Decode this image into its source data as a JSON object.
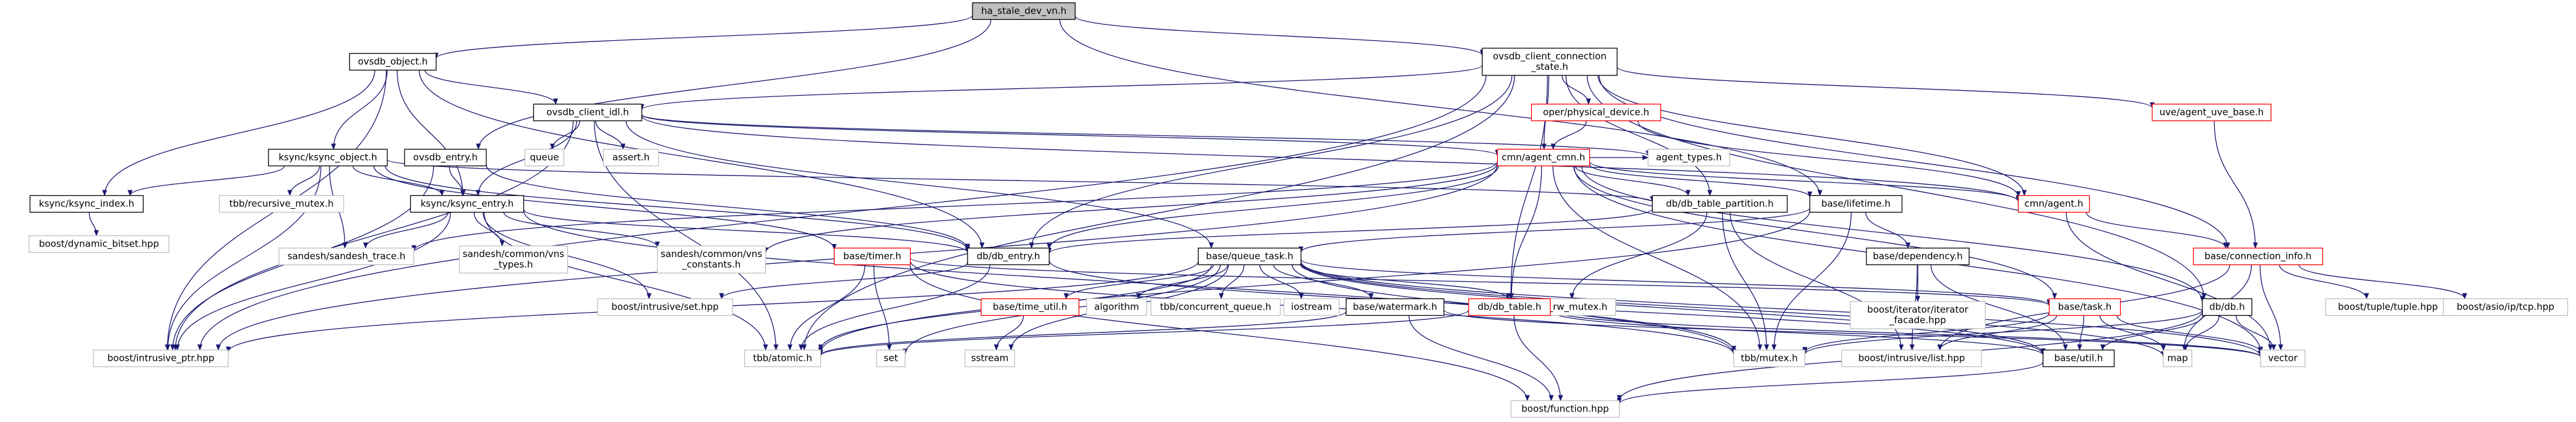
{
  "nodes": [
    {
      "id": "root",
      "lines": [
        "ha_stale_dev_vn.h"
      ],
      "style": "root"
    },
    {
      "id": "ovsdb_object",
      "lines": [
        "ovsdb_object.h"
      ],
      "style": "doc"
    },
    {
      "id": "ovsdb_ccs",
      "lines": [
        "ovsdb_client_connection",
        "_state.h"
      ],
      "style": "doc"
    },
    {
      "id": "ovsdb_client_idl",
      "lines": [
        "ovsdb_client_idl.h"
      ],
      "style": "doc"
    },
    {
      "id": "ksync_object",
      "lines": [
        "ksync/ksync_object.h"
      ],
      "style": "doc"
    },
    {
      "id": "ovsdb_entry",
      "lines": [
        "ovsdb_entry.h"
      ],
      "style": "doc"
    },
    {
      "id": "queue",
      "lines": [
        "queue"
      ],
      "style": "sys"
    },
    {
      "id": "assert",
      "lines": [
        "assert.h"
      ],
      "style": "sys"
    },
    {
      "id": "oper_physical",
      "lines": [
        "oper/physical_device.h"
      ],
      "style": "red"
    },
    {
      "id": "uve_agent",
      "lines": [
        "uve/agent_uve_base.h"
      ],
      "style": "red"
    },
    {
      "id": "agent_types",
      "lines": [
        "agent_types.h"
      ],
      "style": "sys"
    },
    {
      "id": "cmn_agent_cmn",
      "lines": [
        "cmn/agent_cmn.h"
      ],
      "style": "red"
    },
    {
      "id": "ksync_index",
      "lines": [
        "ksync/ksync_index.h"
      ],
      "style": "doc"
    },
    {
      "id": "tbb_recursive",
      "lines": [
        "tbb/recursive_mutex.h"
      ],
      "style": "sys"
    },
    {
      "id": "ksync_entry",
      "lines": [
        "ksync/ksync_entry.h"
      ],
      "style": "doc"
    },
    {
      "id": "db_table_partition",
      "lines": [
        "db/db_table_partition.h"
      ],
      "style": "doc"
    },
    {
      "id": "base_lifetime",
      "lines": [
        "base/lifetime.h"
      ],
      "style": "doc"
    },
    {
      "id": "cmn_agent",
      "lines": [
        "cmn/agent.h"
      ],
      "style": "red"
    },
    {
      "id": "boost_dynamic",
      "lines": [
        "boost/dynamic_bitset.hpp"
      ],
      "style": "sys"
    },
    {
      "id": "sandesh_trace",
      "lines": [
        "sandesh/sandesh_trace.h"
      ],
      "style": "sys"
    },
    {
      "id": "sandesh_vns_types",
      "lines": [
        "sandesh/common/vns",
        "_types.h"
      ],
      "style": "sys"
    },
    {
      "id": "sandesh_vns_const",
      "lines": [
        "sandesh/common/vns",
        "_constants.h"
      ],
      "style": "sys"
    },
    {
      "id": "base_timer",
      "lines": [
        "base/timer.h"
      ],
      "style": "red"
    },
    {
      "id": "db_entry",
      "lines": [
        "db/db_entry.h"
      ],
      "style": "doc"
    },
    {
      "id": "base_queue_task",
      "lines": [
        "base/queue_task.h"
      ],
      "style": "doc"
    },
    {
      "id": "base_dependency",
      "lines": [
        "base/dependency.h"
      ],
      "style": "doc"
    },
    {
      "id": "base_conn_info",
      "lines": [
        "base/connection_info.h"
      ],
      "style": "red"
    },
    {
      "id": "boost_intrusive_set",
      "lines": [
        "boost/intrusive/set.hpp"
      ],
      "style": "sys"
    },
    {
      "id": "tbb_spin",
      "lines": [
        "tbb/spin_rw_mutex.h"
      ],
      "style": "sys"
    },
    {
      "id": "base_time_util",
      "lines": [
        "base/time_util.h"
      ],
      "style": "red"
    },
    {
      "id": "algorithm",
      "lines": [
        "algorithm"
      ],
      "style": "sys"
    },
    {
      "id": "tbb_concurrent",
      "lines": [
        "tbb/concurrent_queue.h"
      ],
      "style": "sys"
    },
    {
      "id": "iostream",
      "lines": [
        "iostream"
      ],
      "style": "sys"
    },
    {
      "id": "base_watermark",
      "lines": [
        "base/watermark.h"
      ],
      "style": "doc"
    },
    {
      "id": "db_table",
      "lines": [
        "db/db_table.h"
      ],
      "style": "red"
    },
    {
      "id": "boost_iterator",
      "lines": [
        "boost/iterator/iterator",
        "_facade.hpp"
      ],
      "style": "sys"
    },
    {
      "id": "base_task",
      "lines": [
        "base/task.h"
      ],
      "style": "red"
    },
    {
      "id": "db_db",
      "lines": [
        "db/db.h"
      ],
      "style": "doc"
    },
    {
      "id": "boost_tuple",
      "lines": [
        "boost/tuple/tuple.hpp"
      ],
      "style": "sys"
    },
    {
      "id": "boost_asio",
      "lines": [
        "boost/asio/ip/tcp.hpp"
      ],
      "style": "sys"
    },
    {
      "id": "boost_intrusive_ptr",
      "lines": [
        "boost/intrusive_ptr.hpp"
      ],
      "style": "sys"
    },
    {
      "id": "tbb_atomic",
      "lines": [
        "tbb/atomic.h"
      ],
      "style": "sys"
    },
    {
      "id": "set",
      "lines": [
        "set"
      ],
      "style": "sys"
    },
    {
      "id": "sstream",
      "lines": [
        "sstream"
      ],
      "style": "sys"
    },
    {
      "id": "tbb_mutex",
      "lines": [
        "tbb/mutex.h"
      ],
      "style": "sys"
    },
    {
      "id": "boost_intrusive_list",
      "lines": [
        "boost/intrusive/list.hpp"
      ],
      "style": "sys"
    },
    {
      "id": "base_util",
      "lines": [
        "base/util.h"
      ],
      "style": "doc"
    },
    {
      "id": "map",
      "lines": [
        "map"
      ],
      "style": "sys"
    },
    {
      "id": "vector",
      "lines": [
        "vector"
      ],
      "style": "sys"
    },
    {
      "id": "boost_function",
      "lines": [
        "boost/function.hpp"
      ],
      "style": "sys"
    }
  ],
  "edges": [
    [
      "root",
      "ovsdb_object"
    ],
    [
      "root",
      "ovsdb_ccs"
    ],
    [
      "root",
      "ovsdb_entry"
    ],
    [
      "root",
      "base_lifetime"
    ],
    [
      "ovsdb_object",
      "ksync_object"
    ],
    [
      "ovsdb_object",
      "ovsdb_client_idl"
    ],
    [
      "ovsdb_object",
      "ksync_index"
    ],
    [
      "ovsdb_object",
      "ksync_entry"
    ],
    [
      "ovsdb_object",
      "db_entry"
    ],
    [
      "ovsdb_object",
      "boost_intrusive_ptr"
    ],
    [
      "ovsdb_ccs",
      "ovsdb_client_idl"
    ],
    [
      "ovsdb_ccs",
      "oper_physical"
    ],
    [
      "ovsdb_ccs",
      "uve_agent"
    ],
    [
      "ovsdb_ccs",
      "cmn_agent_cmn"
    ],
    [
      "ovsdb_ccs",
      "cmn_agent"
    ],
    [
      "ovsdb_ccs",
      "db_table_partition"
    ],
    [
      "ovsdb_ccs",
      "db_entry"
    ],
    [
      "ovsdb_ccs",
      "base_conn_info"
    ],
    [
      "ovsdb_ccs",
      "db_table"
    ],
    [
      "ovsdb_ccs",
      "db_db"
    ],
    [
      "ovsdb_ccs",
      "boost_intrusive_ptr"
    ],
    [
      "ovsdb_ccs",
      "tbb_atomic"
    ],
    [
      "ovsdb_client_idl",
      "queue"
    ],
    [
      "ovsdb_client_idl",
      "assert"
    ],
    [
      "ovsdb_client_idl",
      "agent_types"
    ],
    [
      "ovsdb_client_idl",
      "cmn_agent_cmn"
    ],
    [
      "ovsdb_client_idl",
      "cmn_agent"
    ],
    [
      "ovsdb_client_idl",
      "ksync_entry"
    ],
    [
      "ovsdb_client_idl",
      "boost_intrusive_ptr"
    ],
    [
      "ovsdb_client_idl",
      "tbb_atomic"
    ],
    [
      "ovsdb_client_idl",
      "base_queue_task"
    ],
    [
      "ksync_object",
      "ksync_index"
    ],
    [
      "ksync_object",
      "tbb_recursive"
    ],
    [
      "ksync_object",
      "ksync_entry"
    ],
    [
      "ksync_object",
      "db_table_partition"
    ],
    [
      "ksync_object",
      "sandesh_trace"
    ],
    [
      "ksync_object",
      "base_timer"
    ],
    [
      "ksync_object",
      "boost_intrusive_ptr"
    ],
    [
      "ksync_object",
      "db_entry"
    ],
    [
      "ovsdb_entry",
      "ksync_entry"
    ],
    [
      "ovsdb_entry",
      "db_entry"
    ],
    [
      "ovsdb_entry",
      "boost_intrusive_ptr"
    ],
    [
      "oper_physical",
      "cmn_agent_cmn"
    ],
    [
      "oper_physical",
      "cmn_agent"
    ],
    [
      "uve_agent",
      "base_conn_info"
    ],
    [
      "cmn_agent_cmn",
      "db_table_partition"
    ],
    [
      "cmn_agent_cmn",
      "base_lifetime"
    ],
    [
      "cmn_agent_cmn",
      "cmn_agent"
    ],
    [
      "cmn_agent_cmn",
      "db_entry"
    ],
    [
      "cmn_agent_cmn",
      "db_table"
    ],
    [
      "cmn_agent_cmn",
      "db_db"
    ],
    [
      "cmn_agent_cmn",
      "sandesh_trace"
    ],
    [
      "cmn_agent_cmn",
      "sandesh_vns_const"
    ],
    [
      "cmn_agent_cmn",
      "boost_intrusive_ptr"
    ],
    [
      "cmn_agent_cmn",
      "tbb_mutex"
    ],
    [
      "cmn_agent_cmn",
      "base_task"
    ],
    [
      "cmn_agent_cmn",
      "agent_types"
    ],
    [
      "cmn_agent_cmn",
      "vector"
    ],
    [
      "ksync_index",
      "boost_dynamic"
    ],
    [
      "ksync_entry",
      "boost_intrusive_ptr"
    ],
    [
      "ksync_entry",
      "sandesh_trace"
    ],
    [
      "ksync_entry",
      "sandesh_vns_types"
    ],
    [
      "ksync_entry",
      "sandesh_vns_const"
    ],
    [
      "ksync_entry",
      "tbb_atomic"
    ],
    [
      "ksync_entry",
      "boost_intrusive_set"
    ],
    [
      "ksync_entry",
      "tbb_mutex"
    ],
    [
      "ksync_entry",
      "db_entry"
    ],
    [
      "db_table_partition",
      "tbb_spin"
    ],
    [
      "db_table_partition",
      "tbb_mutex"
    ],
    [
      "db_table_partition",
      "boost_intrusive_list"
    ],
    [
      "db_table_partition",
      "db_entry"
    ],
    [
      "base_lifetime",
      "base_queue_task"
    ],
    [
      "base_lifetime",
      "base_dependency"
    ],
    [
      "base_lifetime",
      "tbb_atomic"
    ],
    [
      "base_lifetime",
      "tbb_mutex"
    ],
    [
      "cmn_agent",
      "base_conn_info"
    ],
    [
      "cmn_agent",
      "vector"
    ],
    [
      "base_timer",
      "tbb_mutex"
    ],
    [
      "base_timer",
      "base_task"
    ],
    [
      "base_timer",
      "set"
    ],
    [
      "base_timer",
      "boost_function"
    ],
    [
      "base_timer",
      "tbb_atomic"
    ],
    [
      "db_entry",
      "tbb_atomic"
    ],
    [
      "db_entry",
      "boost_intrusive_set"
    ],
    [
      "db_entry",
      "base_util"
    ],
    [
      "base_queue_task",
      "boost_intrusive_ptr"
    ],
    [
      "base_queue_task",
      "algorithm"
    ],
    [
      "base_queue_task",
      "tbb_concurrent"
    ],
    [
      "base_queue_task",
      "iostream"
    ],
    [
      "base_queue_task",
      "base_watermark"
    ],
    [
      "base_queue_task",
      "base_task"
    ],
    [
      "base_queue_task",
      "tbb_atomic"
    ],
    [
      "base_queue_task",
      "base_time_util"
    ],
    [
      "base_queue_task",
      "set"
    ],
    [
      "base_queue_task",
      "sstream"
    ],
    [
      "base_queue_task",
      "tbb_mutex"
    ],
    [
      "base_queue_task",
      "base_util"
    ],
    [
      "base_queue_task",
      "map"
    ],
    [
      "base_queue_task",
      "vector"
    ],
    [
      "base_queue_task",
      "tbb_spin"
    ],
    [
      "base_dependency",
      "boost_iterator"
    ],
    [
      "base_dependency",
      "boost_intrusive_list"
    ],
    [
      "base_dependency",
      "base_util"
    ],
    [
      "base_conn_info",
      "boost_tuple"
    ],
    [
      "base_conn_info",
      "boost_asio"
    ],
    [
      "base_conn_info",
      "map"
    ],
    [
      "base_conn_info",
      "vector"
    ],
    [
      "base_conn_info",
      "boost_intrusive_list"
    ],
    [
      "base_time_util",
      "sstream"
    ],
    [
      "base_watermark",
      "boost_function"
    ],
    [
      "base_watermark",
      "tbb_atomic"
    ],
    [
      "base_watermark",
      "vector"
    ],
    [
      "db_table",
      "tbb_atomic"
    ],
    [
      "db_table",
      "boost_function"
    ],
    [
      "db_table",
      "base_util"
    ],
    [
      "db_table",
      "vector"
    ],
    [
      "base_task",
      "tbb_mutex"
    ],
    [
      "base_task",
      "boost_intrusive_list"
    ],
    [
      "base_task",
      "map"
    ],
    [
      "base_task",
      "vector"
    ],
    [
      "base_task",
      "base_util"
    ],
    [
      "db_db",
      "tbb_mutex"
    ],
    [
      "db_db",
      "map"
    ],
    [
      "db_db",
      "vector"
    ],
    [
      "db_db",
      "boost_function"
    ],
    [
      "db_db",
      "base_util"
    ],
    [
      "base_util",
      "boost_function"
    ]
  ],
  "colors": {
    "edge": "#191970",
    "doc_border": "#000000",
    "sys_border": "#bfbfbf",
    "red_border": "#ff0000",
    "root_fill": "#bfbfbf",
    "node_fill": "#ffffff",
    "text": "#000000"
  }
}
